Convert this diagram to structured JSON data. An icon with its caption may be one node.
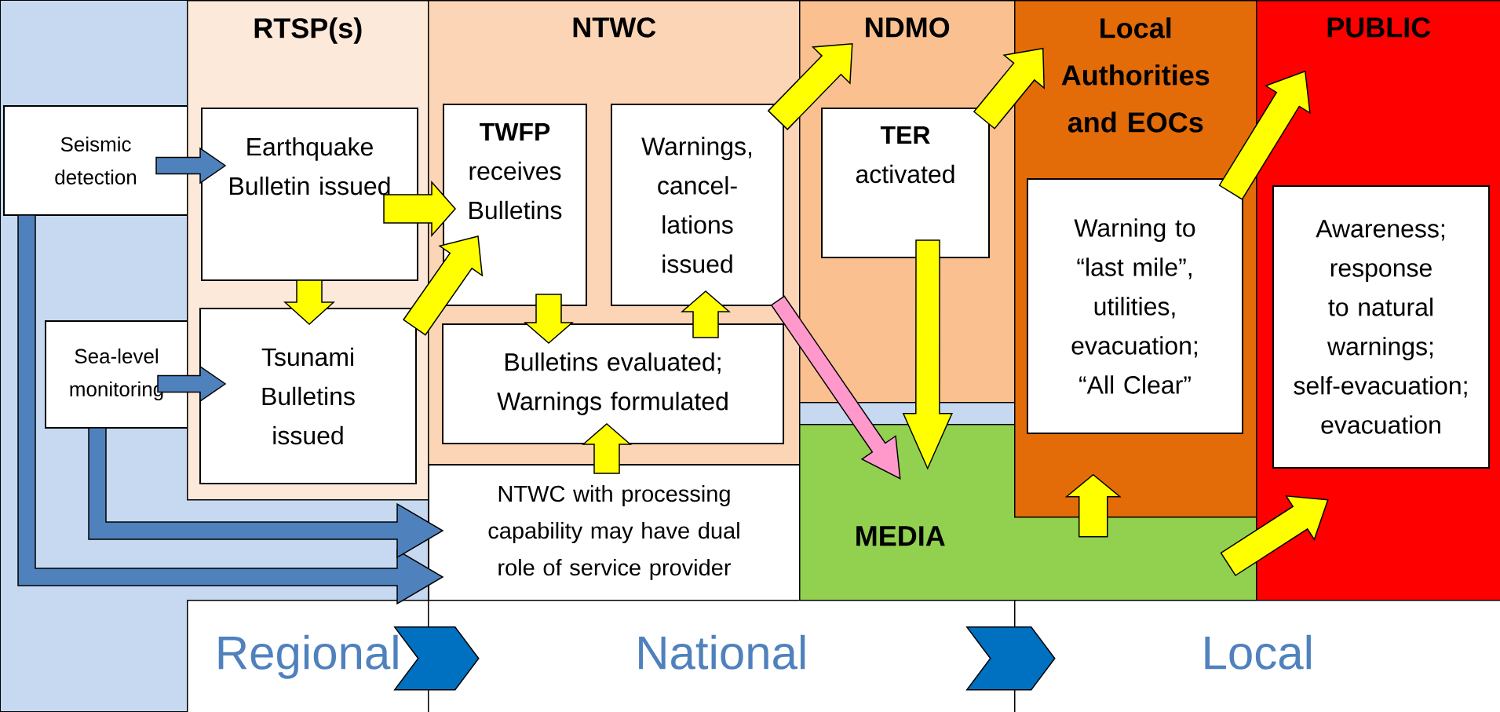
{
  "diagram": {
    "nodes": [
      {
        "text": [
          "Seismic detection"
        ]
      },
      {
        "text": [
          "Sea-level monitoring"
        ]
      },
      {
        "text": [
          "RTSP(s)"
        ]
      },
      {
        "text": [
          "Earthquake Bulletin issued"
        ],
        "in": 2
      },
      {
        "text": [
          "Tsunami Bulletins issued"
        ],
        "in": 2
      },
      {
        "text": [
          "NTWC"
        ]
      },
      {
        "text": [
          "TWFP",
          "receives Bulletins"
        ],
        "in": 5
      },
      {
        "text": [
          "Warnings, cancel-lations issued"
        ],
        "in": 5
      },
      {
        "text": [
          "Bulletins evaluated; Warnings formulated"
        ],
        "in": 5
      },
      {
        "text": [
          "NTWC with processing capability may have dual role of service provider"
        ]
      },
      {
        "text": [
          "NDMO"
        ]
      },
      {
        "text": [
          "TER",
          "activated"
        ],
        "in": 10
      },
      {
        "text": [
          "MEDIA"
        ]
      },
      {
        "text": [
          "Local Authorities and EOCs"
        ]
      },
      {
        "text": [
          "Warning to “last mile”, utilities, evacuation; “All Clear”"
        ],
        "in": 13
      },
      {
        "text": [
          "PUBLIC"
        ]
      },
      {
        "text": [
          "Awareness; response to natural warnings; self-evacuation; evacuation"
        ],
        "in": 15
      },
      {
        "text": [
          "Regional"
        ]
      },
      {
        "text": [
          "National"
        ]
      },
      {
        "text": [
          "Local"
        ]
      }
    ],
    "edges": [
      {
        "from": 0,
        "to": 3,
        "arrow": "to",
        "color": "#4f81bd"
      },
      {
        "from": 1,
        "to": 4,
        "arrow": "to",
        "color": "#4f81bd"
      },
      {
        "from": 0,
        "to": 9,
        "arrow": "to",
        "color": "#4f81bd"
      },
      {
        "from": 1,
        "to": 9,
        "arrow": "to",
        "color": "#4f81bd"
      },
      {
        "from": 3,
        "to": 4,
        "arrow": "to"
      },
      {
        "from": 3,
        "to": 6,
        "arrow": "to"
      },
      {
        "from": 4,
        "to": 6,
        "arrow": "to"
      },
      {
        "from": 6,
        "to": 8,
        "arrow": "to"
      },
      {
        "from": 8,
        "to": 7,
        "arrow": "to"
      },
      {
        "from": 9,
        "to": 8,
        "arrow": "to"
      },
      {
        "from": 7,
        "to": 10,
        "arrow": "to"
      },
      {
        "from": 7,
        "to": 12,
        "arrow": "to",
        "color": "#ff99cc"
      },
      {
        "from": 11,
        "to": 12,
        "arrow": "to"
      },
      {
        "from": 11,
        "to": 13,
        "arrow": "to"
      },
      {
        "from": 14,
        "to": 15,
        "arrow": "to"
      },
      {
        "from": 12,
        "to": 13,
        "arrow": "to"
      },
      {
        "from": 12,
        "to": 15,
        "arrow": "to"
      },
      {
        "from": 17,
        "to": 18,
        "arrow": "to",
        "color": "#0070c0"
      },
      {
        "from": 18,
        "to": 19,
        "arrow": "to",
        "color": "#0070c0"
      }
    ]
  }
}
